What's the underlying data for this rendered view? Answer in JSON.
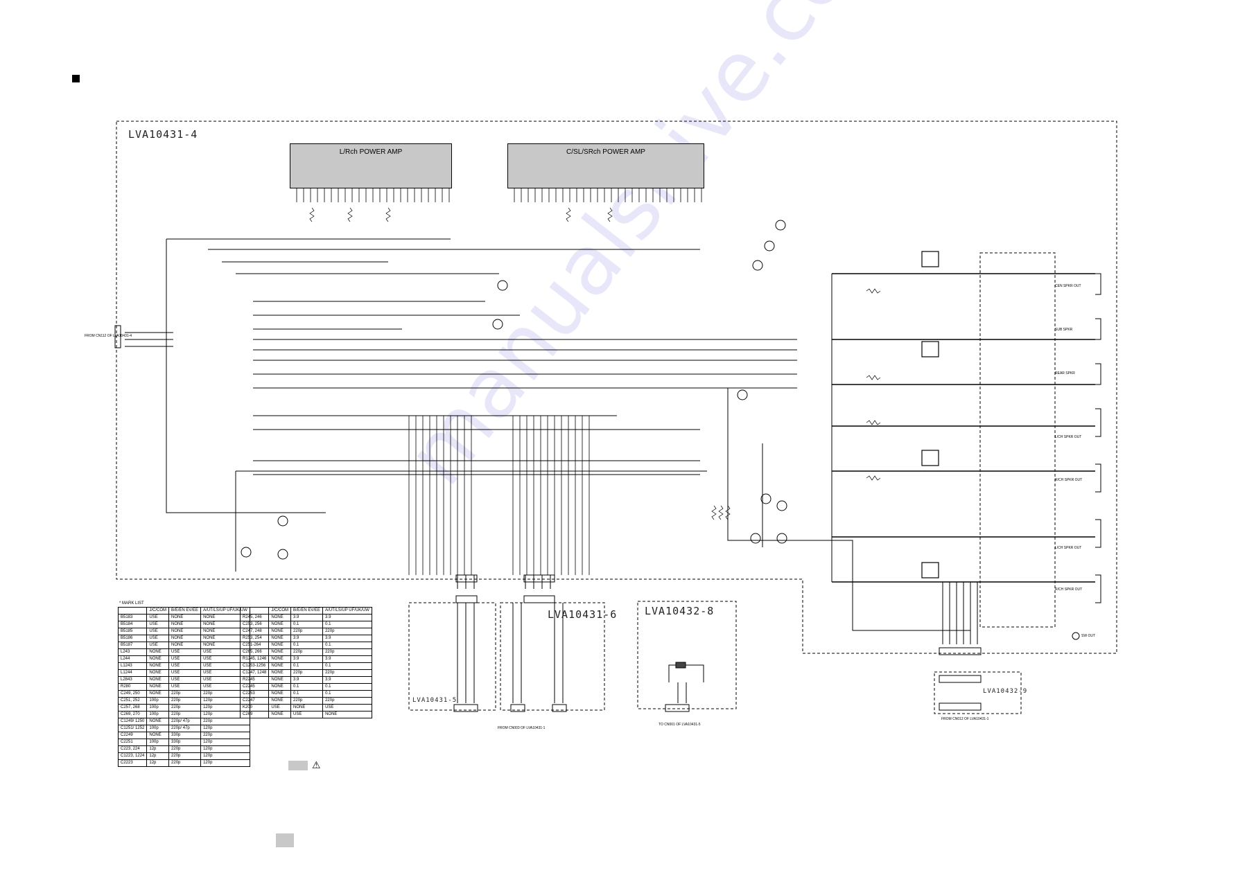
{
  "boards": {
    "main": "LVA10431-4",
    "sub5": "LVA10431-5",
    "sub6": "LVA10431-6",
    "sub8": "LVA10432-8",
    "sub9": "LVA10432-9"
  },
  "chips": {
    "left": "L/Rch POWER AMP",
    "right": "C/SL/SRch POWER AMP"
  },
  "speaker_outputs": [
    "CEN SPKR OUT",
    "SUB SPKR",
    "REAR SPKR",
    "L/CH SPKR OUT",
    "R/CH SPKR OUT",
    "L/CH SPKR OUT",
    "R/CH SPKR OUT"
  ],
  "connector_labels": {
    "from_left": "FROM CN112 OF LVA10431-4",
    "from_sub6": "FROM CN003 OF LVA10431-1",
    "to_sub8": "TO CN001 OF LVA10431-5",
    "from_sub9": "FROM CN012 OF LVA10431-1",
    "rear_out": "SW OUT"
  },
  "mark_list": {
    "title": "* MARK LIST",
    "headers": [
      "",
      "J/C/COM",
      "B/E/EN EV/EE",
      "A/UT/LS/UP UF/UK/UW"
    ],
    "rows": [
      [
        "B5183",
        "USE",
        "NONE",
        "NONE"
      ],
      [
        "B5184",
        "USE",
        "NONE",
        "NONE"
      ],
      [
        "B5185",
        "USE",
        "NONE",
        "NONE"
      ],
      [
        "B5186",
        "USE",
        "NONE",
        "NONE"
      ],
      [
        "B5187",
        "USE",
        "NONE",
        "NONE"
      ],
      [
        "L243",
        "NONE",
        "USE",
        "USE"
      ],
      [
        "L244",
        "NONE",
        "USE",
        "USE"
      ],
      [
        "L1243",
        "NONE",
        "USE",
        "USE"
      ],
      [
        "L1244",
        "NONE",
        "USE",
        "USE"
      ],
      [
        "L2843",
        "NONE",
        "USE",
        "USE"
      ],
      [
        "R280",
        "NONE",
        "USE",
        "USE"
      ],
      [
        "C249, 250",
        "NONE",
        "220p",
        "220p"
      ],
      [
        "C251, 252",
        "100p",
        "220p",
        "120p"
      ],
      [
        "C257, 268",
        "100p",
        "220p",
        "120p"
      ],
      [
        "C269, 270",
        "100p",
        "220p",
        "120p"
      ],
      [
        "C1249/ 1250",
        "NONE",
        "220p/ 47p",
        "220p"
      ],
      [
        "C1251/ 1252",
        "100p",
        "220p/ 47p",
        "120p"
      ],
      [
        "C2249",
        "NONE",
        "330p",
        "220p"
      ],
      [
        "C2251",
        "100p",
        "330p",
        "120p"
      ],
      [
        "C223, 224",
        "12p",
        "220p",
        "120p"
      ],
      [
        "C1223, 1224",
        "12p",
        "220p",
        "120p"
      ],
      [
        "C2223",
        "12p",
        "220p",
        "120p"
      ]
    ]
  },
  "mark_list_2": {
    "headers": [
      "",
      "J/C/COM",
      "B/E/EN EV/EE",
      "A/UT/LS/UP UF/UK/UW"
    ],
    "rows": [
      [
        "R245, 246",
        "NONE",
        "3.9",
        "3.9"
      ],
      [
        "C253, 256",
        "NONE",
        "0.1",
        "0.1"
      ],
      [
        "C247, 248",
        "NONE",
        "220p",
        "220p"
      ],
      [
        "R253, 254",
        "NONE",
        "3.9",
        "3.9"
      ],
      [
        "C251-264",
        "NONE",
        "0.1",
        "0.1"
      ],
      [
        "C265, 266",
        "NONE",
        "220p",
        "220p"
      ],
      [
        "R1245, 1246",
        "NONE",
        "3.9",
        "3.9"
      ],
      [
        "C1253-1256",
        "NONE",
        "0.1",
        "0.1"
      ],
      [
        "C1247, 1248",
        "NONE",
        "220p",
        "220p"
      ],
      [
        "R2245",
        "NONE",
        "3.9",
        "3.9"
      ],
      [
        "C2245",
        "NONE",
        "0.1",
        "0.1"
      ],
      [
        "C2253",
        "NONE",
        "0.1",
        "0.1"
      ],
      [
        "C2247",
        "NONE",
        "220p",
        "220p"
      ],
      [
        "K200",
        "USE",
        "NONE",
        "USE"
      ],
      [
        "C269",
        "NONE",
        "USE",
        "NONE"
      ]
    ]
  },
  "legend": {
    "warning_symbol": "⚠"
  },
  "watermark": "manualshive.com"
}
